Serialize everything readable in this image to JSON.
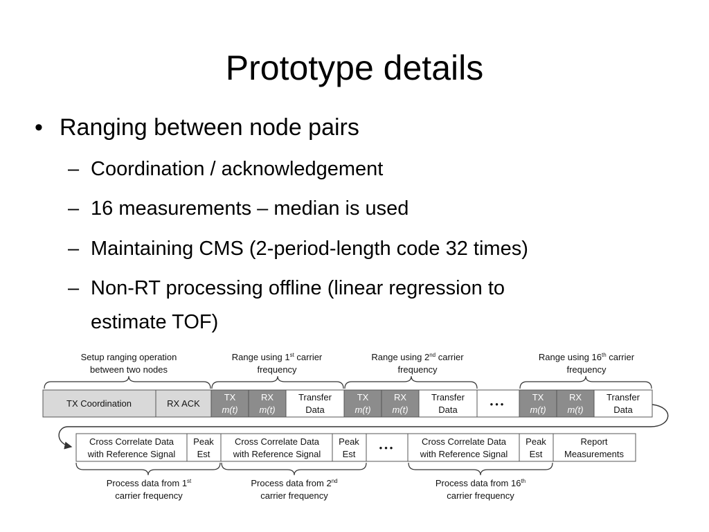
{
  "slide": {
    "title": "Prototype details",
    "bullet": "Ranging between node pairs",
    "subs": [
      "Coordination / acknowledgement",
      "16 measurements – median is used",
      "Maintaining CMS (2-period-length code 32 times)",
      "Non-RT processing offline (linear regression to"
    ],
    "sub4_cont": "estimate TOF)"
  },
  "diagram": {
    "top_labels": {
      "setup": [
        "Setup ranging operation",
        "between two nodes"
      ],
      "range1": [
        "Range using 1",
        "st",
        " carrier",
        "frequency"
      ],
      "range2": [
        "Range using 2",
        "nd",
        " carrier",
        "frequency"
      ],
      "range16": [
        "Range using 16",
        "th",
        " carrier",
        "frequency"
      ]
    },
    "row1": {
      "tx_coordination": "TX Coordination",
      "rx_ack": "RX ACK",
      "tx": "TX",
      "rx": "RX",
      "mt": "m(t)",
      "transfer": [
        "Transfer",
        "Data"
      ],
      "ellipsis": "•••"
    },
    "row2": {
      "cross": [
        "Cross Correlate Data",
        "with Reference Signal"
      ],
      "peak": [
        "Peak",
        "Est"
      ],
      "report": [
        "Report",
        "Measurements"
      ],
      "ellipsis": "•••"
    },
    "bottom_labels": {
      "process1": [
        "Process data from 1",
        "st",
        "carrier frequency"
      ],
      "process2": [
        "Process data from 2",
        "nd",
        "carrier frequency"
      ],
      "process16": [
        "Process data from 16",
        "th",
        "carrier frequency"
      ]
    },
    "colors": {
      "light_gray": "#d9d9d9",
      "dark_gray": "#8c8c8c",
      "border": "#555555"
    }
  }
}
